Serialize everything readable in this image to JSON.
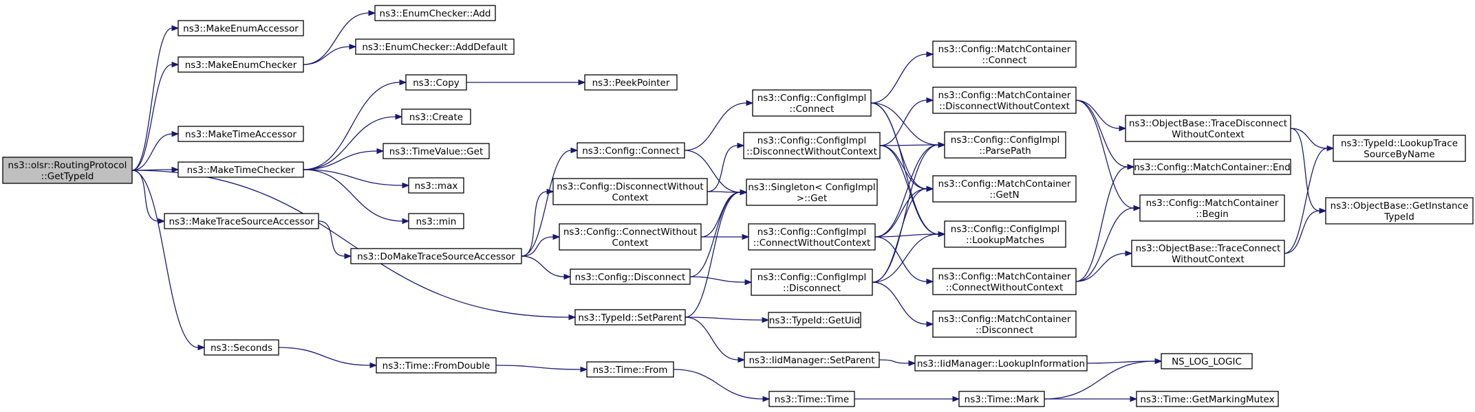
{
  "diagram": {
    "colors": {
      "edge": "#191970",
      "node_fill": "#ffffff",
      "root_fill": "#bfbfbf",
      "border": "#000000"
    },
    "nodes": [
      {
        "id": "root",
        "lines": [
          "ns3::olsr::RoutingProtocol",
          "::GetTypeId"
        ],
        "root": true
      },
      {
        "id": "makeEnumAccessor",
        "lines": [
          "ns3::MakeEnumAccessor"
        ]
      },
      {
        "id": "makeEnumChecker",
        "lines": [
          "ns3::MakeEnumChecker"
        ]
      },
      {
        "id": "makeTimeAccessor",
        "lines": [
          "ns3::MakeTimeAccessor"
        ]
      },
      {
        "id": "makeTimeChecker",
        "lines": [
          "ns3::MakeTimeChecker"
        ]
      },
      {
        "id": "makeTraceSourceAccessor",
        "lines": [
          "ns3::MakeTraceSourceAccessor"
        ]
      },
      {
        "id": "seconds",
        "lines": [
          "ns3::Seconds"
        ]
      },
      {
        "id": "enumCheckerAdd",
        "lines": [
          "ns3::EnumChecker::Add"
        ]
      },
      {
        "id": "enumCheckerAddDefault",
        "lines": [
          "ns3::EnumChecker::AddDefault"
        ]
      },
      {
        "id": "copy",
        "lines": [
          "ns3::Copy"
        ]
      },
      {
        "id": "create",
        "lines": [
          "ns3::Create"
        ]
      },
      {
        "id": "timeValueGet",
        "lines": [
          "ns3::TimeValue::Get"
        ]
      },
      {
        "id": "max",
        "lines": [
          "ns3::max"
        ]
      },
      {
        "id": "min",
        "lines": [
          "ns3::min"
        ]
      },
      {
        "id": "doMakeTraceSourceAccessor",
        "lines": [
          "ns3::DoMakeTraceSourceAccessor"
        ]
      },
      {
        "id": "timeFromDouble",
        "lines": [
          "ns3::Time::FromDouble"
        ]
      },
      {
        "id": "peekPointer",
        "lines": [
          "ns3::PeekPointer"
        ]
      },
      {
        "id": "configConnect",
        "lines": [
          "ns3::Config::Connect"
        ]
      },
      {
        "id": "configDisconnectWithoutContext",
        "lines": [
          "ns3::Config::DisconnectWithout",
          "Context"
        ]
      },
      {
        "id": "configConnectWithoutContext",
        "lines": [
          "ns3::Config::ConnectWithout",
          "Context"
        ]
      },
      {
        "id": "configDisconnect",
        "lines": [
          "ns3::Config::Disconnect"
        ]
      },
      {
        "id": "typeIdSetParent",
        "lines": [
          "ns3::TypeId::SetParent"
        ]
      },
      {
        "id": "timeFrom",
        "lines": [
          "ns3::Time::From"
        ]
      },
      {
        "id": "implConnect",
        "lines": [
          "ns3::Config::ConfigImpl",
          "::Connect"
        ]
      },
      {
        "id": "implDisconnectWithoutContext",
        "lines": [
          "ns3::Config::ConfigImpl",
          "::DisconnectWithoutContext"
        ]
      },
      {
        "id": "singletonGet",
        "lines": [
          "ns3::Singleton< ConfigImpl",
          ">::Get"
        ]
      },
      {
        "id": "implConnectWithoutContext",
        "lines": [
          "ns3::Config::ConfigImpl",
          "::ConnectWithoutContext"
        ]
      },
      {
        "id": "implDisconnect",
        "lines": [
          "ns3::Config::ConfigImpl",
          "::Disconnect"
        ]
      },
      {
        "id": "typeIdGetUid",
        "lines": [
          "ns3::TypeId::GetUid"
        ]
      },
      {
        "id": "iidSetParent",
        "lines": [
          "ns3::IidManager::SetParent"
        ]
      },
      {
        "id": "timeTime",
        "lines": [
          "ns3::Time::Time"
        ]
      },
      {
        "id": "mcConnect",
        "lines": [
          "ns3::Config::MatchContainer",
          "::Connect"
        ]
      },
      {
        "id": "mcDisconnectWithoutContext",
        "lines": [
          "ns3::Config::MatchContainer",
          "::DisconnectWithoutContext"
        ]
      },
      {
        "id": "implParsePath",
        "lines": [
          "ns3::Config::ConfigImpl",
          "::ParsePath"
        ]
      },
      {
        "id": "mcGetN",
        "lines": [
          "ns3::Config::MatchContainer",
          "::GetN"
        ]
      },
      {
        "id": "implLookupMatches",
        "lines": [
          "ns3::Config::ConfigImpl",
          "::LookupMatches"
        ]
      },
      {
        "id": "mcConnectWithoutContext",
        "lines": [
          "ns3::Config::MatchContainer",
          "::ConnectWithoutContext"
        ]
      },
      {
        "id": "mcDisconnect",
        "lines": [
          "ns3::Config::MatchContainer",
          "::Disconnect"
        ]
      },
      {
        "id": "iidLookupInformation",
        "lines": [
          "ns3::IidManager::LookupInformation"
        ]
      },
      {
        "id": "timeMark",
        "lines": [
          "ns3::Time::Mark"
        ]
      },
      {
        "id": "obTraceDisconnectWithoutContext",
        "lines": [
          "ns3::ObjectBase::TraceDisconnect",
          "WithoutContext"
        ]
      },
      {
        "id": "mcEnd",
        "lines": [
          "ns3::Config::MatchContainer::End"
        ]
      },
      {
        "id": "mcBegin",
        "lines": [
          "ns3::Config::MatchContainer",
          "::Begin"
        ]
      },
      {
        "id": "obTraceConnectWithoutContext",
        "lines": [
          "ns3::ObjectBase::TraceConnect",
          "WithoutContext"
        ]
      },
      {
        "id": "nsLogLogic",
        "lines": [
          "NS_LOG_LOGIC"
        ]
      },
      {
        "id": "timeGetMarkingMutex",
        "lines": [
          "ns3::Time::GetMarkingMutex"
        ]
      },
      {
        "id": "typeIdLookupTraceSourceByName",
        "lines": [
          "ns3::TypeId::LookupTrace",
          "SourceByName"
        ]
      },
      {
        "id": "obGetInstanceTypeId",
        "lines": [
          "ns3::ObjectBase::GetInstance",
          "TypeId"
        ]
      }
    ],
    "edges": [
      [
        "root",
        "makeEnumAccessor"
      ],
      [
        "root",
        "makeEnumChecker"
      ],
      [
        "root",
        "makeTimeAccessor"
      ],
      [
        "root",
        "makeTimeChecker"
      ],
      [
        "root",
        "makeTraceSourceAccessor"
      ],
      [
        "root",
        "typeIdSetParent"
      ],
      [
        "root",
        "seconds"
      ],
      [
        "makeEnumChecker",
        "enumCheckerAdd"
      ],
      [
        "makeEnumChecker",
        "enumCheckerAddDefault"
      ],
      [
        "makeTimeChecker",
        "copy"
      ],
      [
        "makeTimeChecker",
        "create"
      ],
      [
        "makeTimeChecker",
        "timeValueGet"
      ],
      [
        "makeTimeChecker",
        "max"
      ],
      [
        "makeTimeChecker",
        "min"
      ],
      [
        "copy",
        "peekPointer"
      ],
      [
        "makeTraceSourceAccessor",
        "doMakeTraceSourceAccessor"
      ],
      [
        "doMakeTraceSourceAccessor",
        "configConnect"
      ],
      [
        "doMakeTraceSourceAccessor",
        "configDisconnectWithoutContext"
      ],
      [
        "doMakeTraceSourceAccessor",
        "configConnectWithoutContext"
      ],
      [
        "doMakeTraceSourceAccessor",
        "configDisconnect"
      ],
      [
        "configConnect",
        "implConnect"
      ],
      [
        "configConnect",
        "singletonGet"
      ],
      [
        "configDisconnectWithoutContext",
        "implDisconnectWithoutContext"
      ],
      [
        "configDisconnectWithoutContext",
        "singletonGet"
      ],
      [
        "configConnectWithoutContext",
        "implConnectWithoutContext"
      ],
      [
        "configConnectWithoutContext",
        "singletonGet"
      ],
      [
        "configDisconnect",
        "implDisconnect"
      ],
      [
        "configDisconnect",
        "singletonGet"
      ],
      [
        "typeIdSetParent",
        "singletonGet"
      ],
      [
        "typeIdSetParent",
        "typeIdGetUid"
      ],
      [
        "typeIdSetParent",
        "iidSetParent"
      ],
      [
        "implConnect",
        "mcConnect"
      ],
      [
        "implConnect",
        "implParsePath"
      ],
      [
        "implConnect",
        "mcGetN"
      ],
      [
        "implConnect",
        "implLookupMatches"
      ],
      [
        "implDisconnectWithoutContext",
        "mcDisconnectWithoutContext"
      ],
      [
        "implDisconnectWithoutContext",
        "implParsePath"
      ],
      [
        "implDisconnectWithoutContext",
        "mcGetN"
      ],
      [
        "implDisconnectWithoutContext",
        "implLookupMatches"
      ],
      [
        "implConnectWithoutContext",
        "implParsePath"
      ],
      [
        "implConnectWithoutContext",
        "mcGetN"
      ],
      [
        "implConnectWithoutContext",
        "implLookupMatches"
      ],
      [
        "implConnectWithoutContext",
        "mcConnectWithoutContext"
      ],
      [
        "implDisconnect",
        "implParsePath"
      ],
      [
        "implDisconnect",
        "mcGetN"
      ],
      [
        "implDisconnect",
        "implLookupMatches"
      ],
      [
        "implDisconnect",
        "mcDisconnect"
      ],
      [
        "mcDisconnectWithoutContext",
        "obTraceDisconnectWithoutContext"
      ],
      [
        "mcDisconnectWithoutContext",
        "mcEnd"
      ],
      [
        "mcDisconnectWithoutContext",
        "mcBegin"
      ],
      [
        "mcConnectWithoutContext",
        "mcEnd"
      ],
      [
        "mcConnectWithoutContext",
        "mcBegin"
      ],
      [
        "mcConnectWithoutContext",
        "obTraceConnectWithoutContext"
      ],
      [
        "obTraceDisconnectWithoutContext",
        "typeIdLookupTraceSourceByName"
      ],
      [
        "obTraceDisconnectWithoutContext",
        "obGetInstanceTypeId"
      ],
      [
        "obTraceConnectWithoutContext",
        "typeIdLookupTraceSourceByName"
      ],
      [
        "obTraceConnectWithoutContext",
        "obGetInstanceTypeId"
      ],
      [
        "iidSetParent",
        "iidLookupInformation"
      ],
      [
        "iidLookupInformation",
        "nsLogLogic"
      ],
      [
        "seconds",
        "timeFromDouble"
      ],
      [
        "timeFromDouble",
        "timeFrom"
      ],
      [
        "timeFrom",
        "timeTime"
      ],
      [
        "timeTime",
        "timeMark"
      ],
      [
        "timeMark",
        "nsLogLogic"
      ],
      [
        "timeMark",
        "timeGetMarkingMutex"
      ]
    ]
  }
}
